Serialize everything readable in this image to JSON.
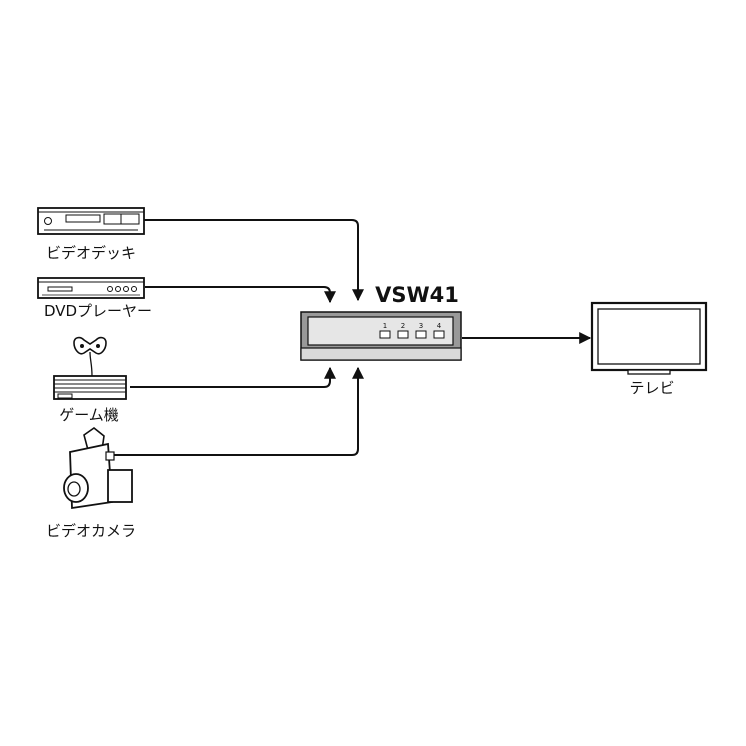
{
  "devices": {
    "vcr": {
      "label": "ビデオデッキ"
    },
    "dvd": {
      "label": "DVDプレーヤー"
    },
    "game": {
      "label": "ゲーム機"
    },
    "camera": {
      "label": "ビデオカメラ"
    },
    "tv": {
      "label": "テレビ"
    }
  },
  "switch": {
    "model": "VSW41",
    "ports": [
      "1",
      "2",
      "3",
      "4"
    ]
  },
  "colors": {
    "line": "#111111",
    "body": "#999999",
    "front": "#d9d9d9",
    "panel": "#e6e6e6"
  }
}
